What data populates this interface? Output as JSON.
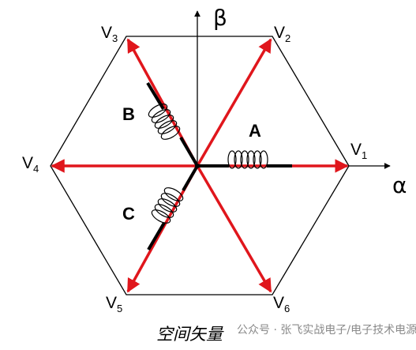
{
  "axes": {
    "alpha": "α",
    "beta": "β"
  },
  "vectors": [
    {
      "name": "V",
      "sub": "1"
    },
    {
      "name": "V",
      "sub": "2"
    },
    {
      "name": "V",
      "sub": "3"
    },
    {
      "name": "V",
      "sub": "4"
    },
    {
      "name": "V",
      "sub": "5"
    },
    {
      "name": "V",
      "sub": "6"
    }
  ],
  "coils": {
    "a": "A",
    "b": "B",
    "c": "C"
  },
  "caption": "空间矢量",
  "watermark": "公众号 · 张飞实战电子/电子技术电源",
  "colors": {
    "vector": "#e0161c",
    "outline": "#000000"
  }
}
